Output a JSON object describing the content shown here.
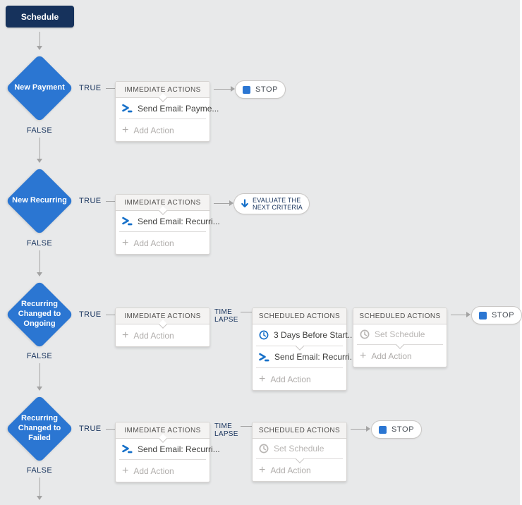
{
  "colors": {
    "canvas_bg": "#e8e9ea",
    "start_navy": "#16325c",
    "diamond_blue": "#2b76d2",
    "icon_blue": "#1670c9",
    "connector_gray": "#a3a3a3"
  },
  "start": {
    "label": "Schedule"
  },
  "connectors": {
    "true_label": "TRUE",
    "false_label": "FALSE",
    "time": "TIME",
    "lapse": "LAPSE"
  },
  "criteria": [
    {
      "label": "New Payment"
    },
    {
      "label": "New Recurring"
    },
    {
      "label": "Recurring\nChanged to\nOngoing"
    },
    {
      "label": "Recurring\nChanged to\nFailed"
    }
  ],
  "actions": {
    "immediate_header": "IMMEDIATE ACTIONS",
    "scheduled_header": "SCHEDULED ACTIONS",
    "add_action": "Add Action",
    "set_schedule": "Set Schedule",
    "payment_email": "Send Email: Payme...",
    "recurring_email": "Send Email: Recurri...",
    "three_days": "3 Days Before Start..."
  },
  "pills": {
    "stop": "STOP",
    "evaluate": "EVALUATE THE\nNEXT CRITERIA"
  }
}
